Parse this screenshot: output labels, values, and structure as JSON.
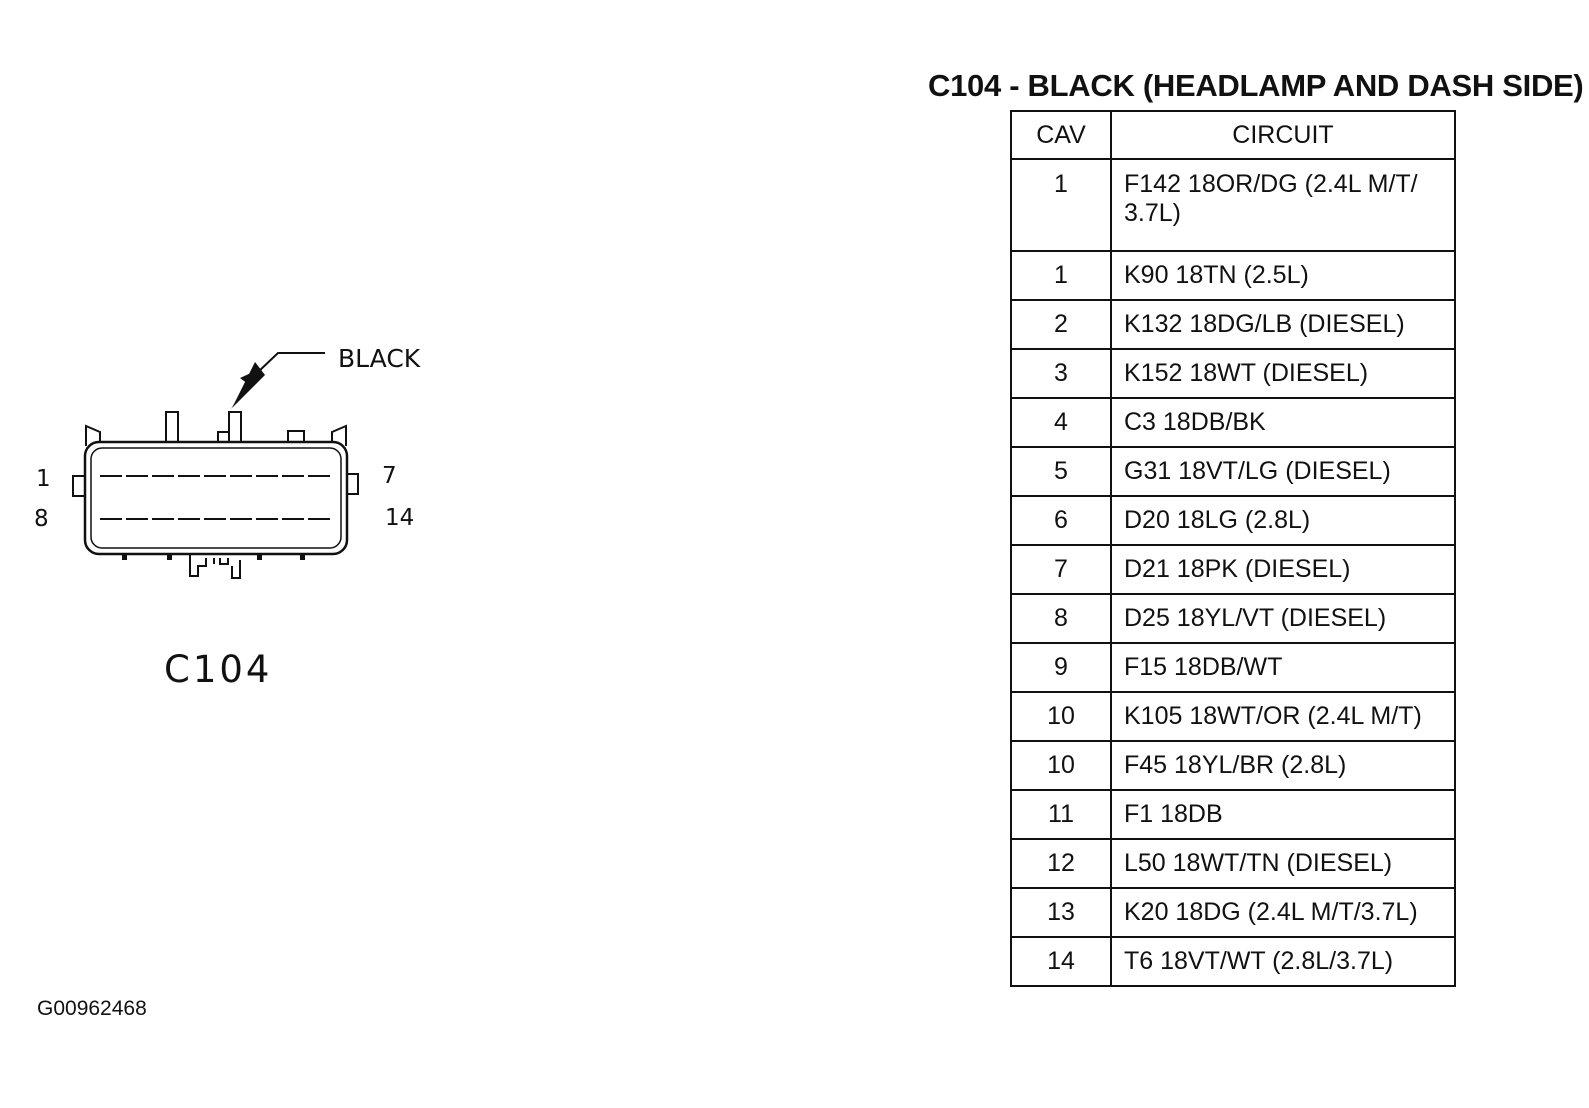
{
  "connector": {
    "color_label": "BLACK",
    "name": "C104",
    "pin_labels": {
      "top_left": "1",
      "bottom_left": "8",
      "top_right": "7",
      "bottom_right": "14"
    }
  },
  "table": {
    "title": "C104 - BLACK (HEADLAMP AND DASH SIDE)",
    "headers": {
      "cav": "CAV",
      "circuit": "CIRCUIT"
    },
    "rows": [
      {
        "cav": "1",
        "circuit": "F142 18OR/DG (2.4L M/T/ 3.7L)"
      },
      {
        "cav": "1",
        "circuit": "K90 18TN (2.5L)"
      },
      {
        "cav": "2",
        "circuit": "K132 18DG/LB (DIESEL)"
      },
      {
        "cav": "3",
        "circuit": "K152 18WT (DIESEL)"
      },
      {
        "cav": "4",
        "circuit": "C3 18DB/BK"
      },
      {
        "cav": "5",
        "circuit": "G31 18VT/LG (DIESEL)"
      },
      {
        "cav": "6",
        "circuit": "D20 18LG (2.8L)"
      },
      {
        "cav": "7",
        "circuit": "D21 18PK (DIESEL)"
      },
      {
        "cav": "8",
        "circuit": "D25 18YL/VT (DIESEL)"
      },
      {
        "cav": "9",
        "circuit": "F15 18DB/WT"
      },
      {
        "cav": "10",
        "circuit": "K105 18WT/OR (2.4L M/T)"
      },
      {
        "cav": "10",
        "circuit": "F45 18YL/BR (2.8L)"
      },
      {
        "cav": "11",
        "circuit": "F1 18DB"
      },
      {
        "cav": "12",
        "circuit": "L50 18WT/TN (DIESEL)"
      },
      {
        "cav": "13",
        "circuit": "K20 18DG (2.4L M/T/3.7L)"
      },
      {
        "cav": "14",
        "circuit": "T6 18VT/WT (2.8L/3.7L)"
      }
    ]
  },
  "image_id": "G00962468"
}
